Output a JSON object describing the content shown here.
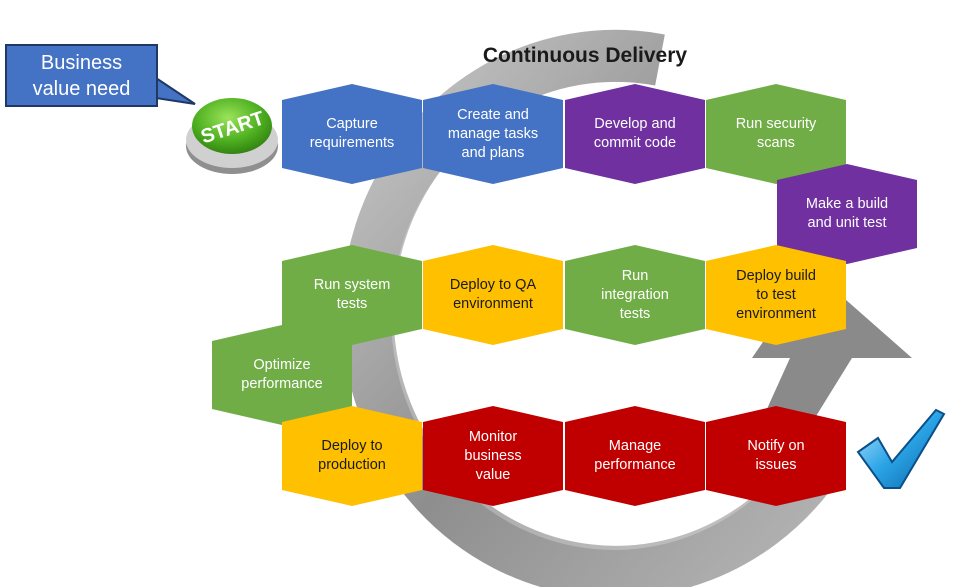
{
  "title": "Continuous Delivery",
  "callout": {
    "line1": "Business",
    "line2": "value need"
  },
  "start_button": {
    "label": "START"
  },
  "colors": {
    "blue": "#4472c4",
    "purple": "#7030a0",
    "green": "#70ad47",
    "yellow": "#ffc000",
    "red": "#c00000",
    "arrow": "#9a9a9a",
    "start": "#4caf1f"
  },
  "steps": [
    {
      "id": "capture",
      "lines": [
        "Capture",
        "requirements"
      ],
      "color": "blue"
    },
    {
      "id": "tasks",
      "lines": [
        "Create and",
        "manage tasks",
        "and plans"
      ],
      "color": "blue"
    },
    {
      "id": "develop",
      "lines": [
        "Develop and",
        "commit code"
      ],
      "color": "purple"
    },
    {
      "id": "security",
      "lines": [
        "Run security",
        "scans"
      ],
      "color": "green"
    },
    {
      "id": "build",
      "lines": [
        "Make a build",
        "and unit test"
      ],
      "color": "purple"
    },
    {
      "id": "deploy-test",
      "lines": [
        "Deploy build",
        "to test",
        "environment"
      ],
      "color": "yellow"
    },
    {
      "id": "integration",
      "lines": [
        "Run",
        "integration",
        "tests"
      ],
      "color": "green"
    },
    {
      "id": "deploy-qa",
      "lines": [
        "Deploy to QA",
        "environment"
      ],
      "color": "yellow"
    },
    {
      "id": "system",
      "lines": [
        "Run system",
        "tests"
      ],
      "color": "green"
    },
    {
      "id": "optimize",
      "lines": [
        "Optimize",
        "performance"
      ],
      "color": "green"
    },
    {
      "id": "deploy-prod",
      "lines": [
        "Deploy to",
        "production"
      ],
      "color": "yellow"
    },
    {
      "id": "monitor",
      "lines": [
        "Monitor",
        "business",
        "value"
      ],
      "color": "red"
    },
    {
      "id": "manage",
      "lines": [
        "Manage",
        "performance"
      ],
      "color": "red"
    },
    {
      "id": "notify",
      "lines": [
        "Notify on",
        "issues"
      ],
      "color": "red"
    }
  ]
}
